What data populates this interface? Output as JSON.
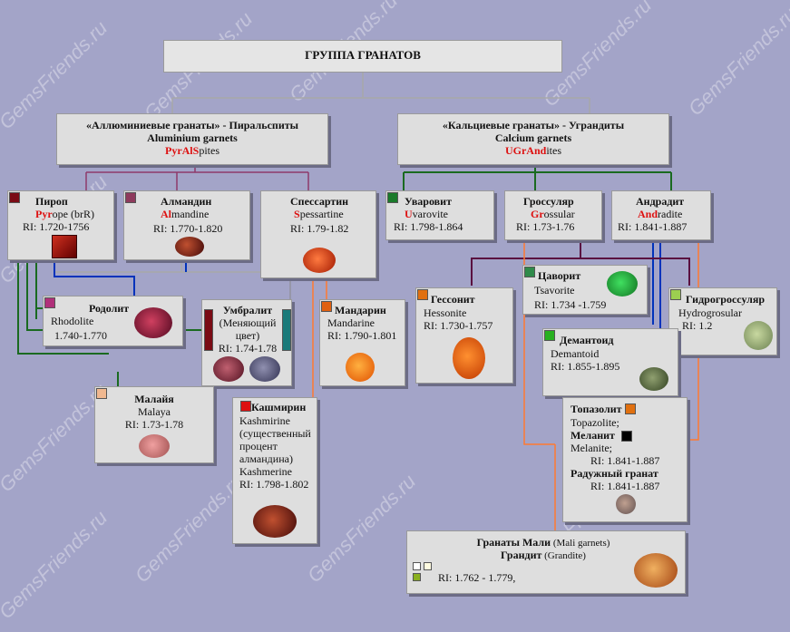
{
  "title": "ГРУППА ГРАНАТОВ",
  "watermark": "GemsFriends.ru",
  "groups": {
    "pyralspites": {
      "line1": "«Аллюминиевые гранаты» - Пиральспиты",
      "line2": "Aluminium garnets",
      "code_red": "PyrAlS",
      "code_rest": "pites"
    },
    "ugrandites": {
      "line1": "«Кальциевые гранаты»  - Уграндиты",
      "line2": "Calcium garnets",
      "code_red": "UGrAnd",
      "code_rest": "ites"
    }
  },
  "pyrope": {
    "name": "Пироп",
    "latin_red": "Pyr",
    "latin_rest": "ope (brR)",
    "ri": "RI: 1.720-1756",
    "color": "#7a0b14"
  },
  "almandine": {
    "name": "Алмандин",
    "latin_red": "Al",
    "latin_rest": "mandine",
    "ri": "RI: 1.770-1.820",
    "color": "#8e3a5c"
  },
  "spessartine": {
    "name": "Спессартин",
    "latin_red": "S",
    "latin_rest": "pessartine",
    "ri": "RI: 1.79-1.82"
  },
  "rhodolite": {
    "name": "Родолит",
    "latin": "Rhodolite",
    "ri": "1.740-1.770",
    "color": "#b0307a"
  },
  "umbalite": {
    "name": "Умбралит",
    "sub": "(Меняющий цвет)",
    "ri": "RI: 1.74-1.78",
    "color_left": "#7a0b14",
    "color_right": "#1a7a7a"
  },
  "mandarin": {
    "name": "Мандарин",
    "latin": "Mandarine",
    "ri": "RI: 1.790-1.801",
    "color": "#e06010"
  },
  "malaya": {
    "name": "Малайя",
    "latin": "Malaya",
    "ri": "RI: 1.73-1.78",
    "color": "#f0b890"
  },
  "kashmirine": {
    "name": "Кашмирин",
    "lines": [
      "Kashmirine",
      "(существенный",
      "процент",
      "алмандина)",
      "Kashmerine",
      "RI: 1.798-1.802"
    ],
    "color": "#dd1111"
  },
  "uvarovite": {
    "name": "Уваровит",
    "latin_red": "U",
    "latin_rest": "varovite",
    "ri": "RI: 1.798-1.864",
    "color": "#1a7a2a"
  },
  "grossular": {
    "name": "Гроссуляр",
    "latin_red": "Gr",
    "latin_rest": "ossular",
    "ri": "RI: 1.73-1.76"
  },
  "andradite": {
    "name": "Андрадит",
    "latin_red": "And",
    "latin_rest": "radite",
    "ri": "RI: 1.841-1.887"
  },
  "tsavorite": {
    "name": "Цаворит",
    "latin": "Tsavorite",
    "ri": "RI: 1.734 -1.759",
    "color": "#2f8a4a"
  },
  "hessonite": {
    "name": "Гессонит",
    "latin": "Hessonite",
    "ri": "RI: 1.730-1.757",
    "color": "#e07010"
  },
  "hydrogrossular": {
    "name": "Гидрогроссуляр",
    "latin": "Hydrogrosular",
    "ri": "RI: 1.2",
    "color": "#9ccf50"
  },
  "demantoid": {
    "name": "Демантоид",
    "latin": "Demantoid",
    "ri": "RI: 1.855-1.895",
    "color": "#28b020"
  },
  "topazolite": {
    "name": "Топазолит",
    "latin": "Topazolite;",
    "color": "#e07010",
    "melanite_name": "Меланит",
    "melanite_latin": "Melanite;",
    "ri1": "RI: 1.841-1.887",
    "rainbow_name": "Радужный гранат",
    "ri2": "RI: 1.841-1.887"
  },
  "mali": {
    "line1_bold": "Гранаты Мали",
    "line1_rest": " (Mali garnets)",
    "line2_bold": "Грандит",
    "line2_rest": " (Grandite)",
    "ri": "RI: 1.762 - 1.779,"
  }
}
